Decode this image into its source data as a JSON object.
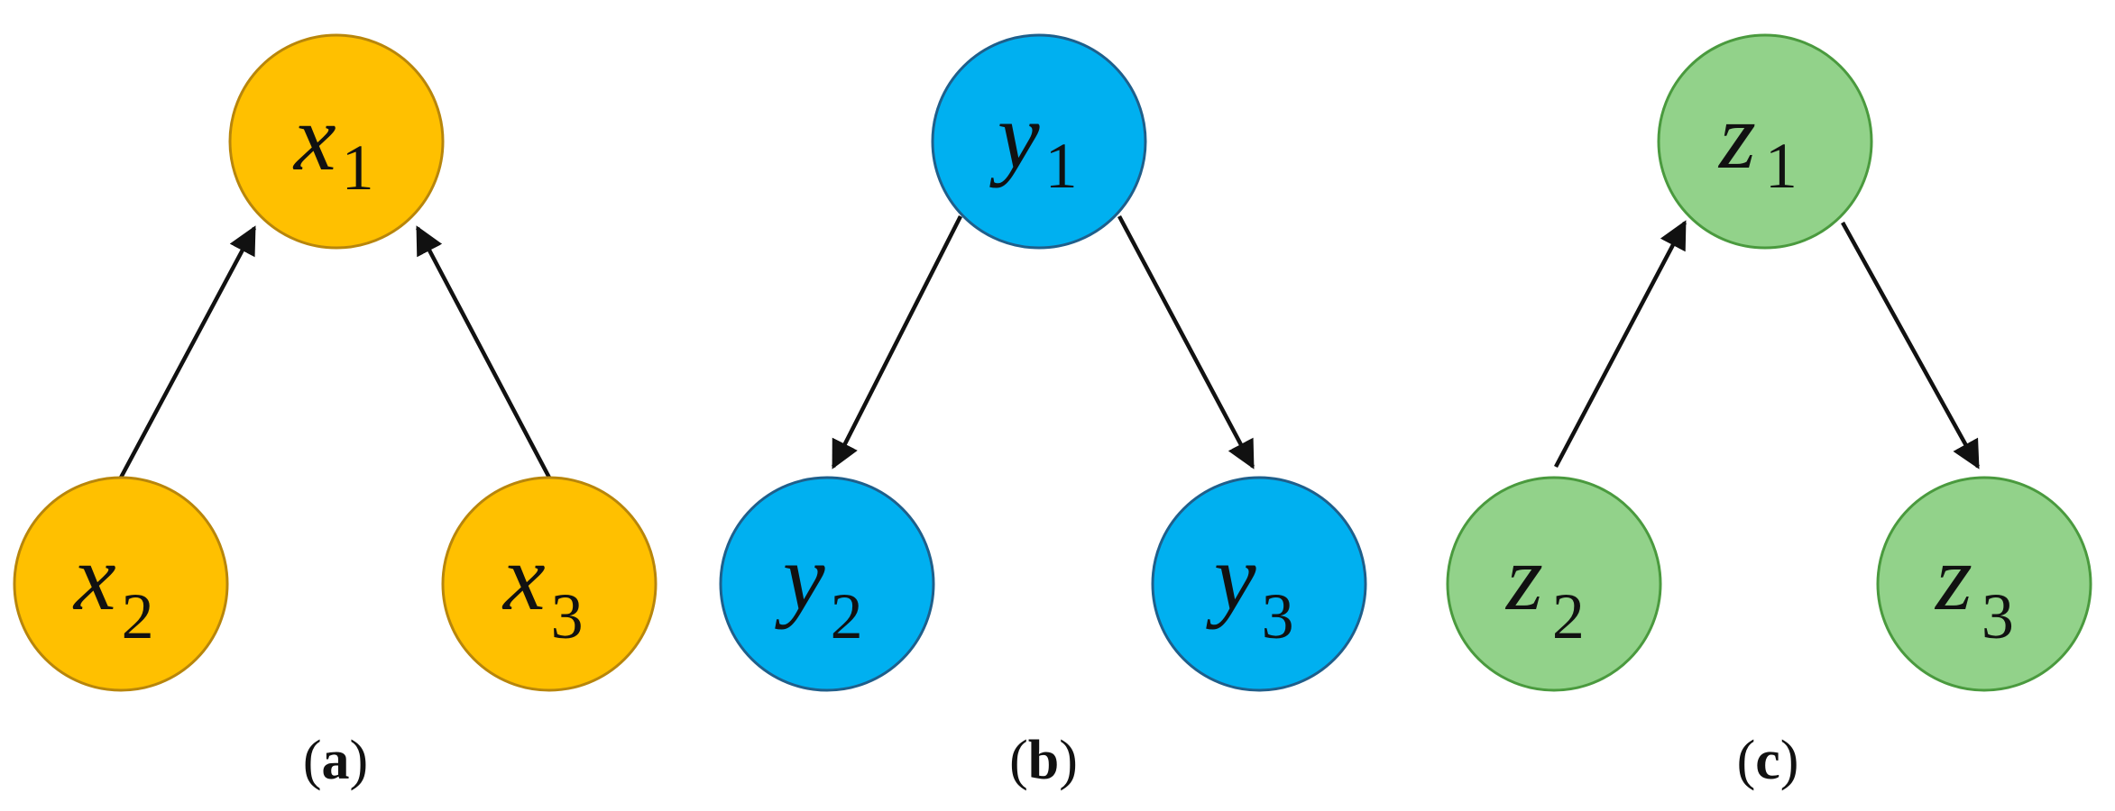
{
  "colors": {
    "graph_a_fill": "#FFC000",
    "graph_a_stroke": "#B8860B",
    "graph_b_fill": "#00B0F0",
    "graph_b_stroke": "#1F5F8B",
    "graph_c_fill": "#92D28A",
    "graph_c_stroke": "#4A9A3E",
    "edge": "#111111"
  },
  "graphs": [
    {
      "caption_open": "(",
      "caption_letter": "a",
      "caption_close": ")",
      "nodes": [
        {
          "id": "x1",
          "var": "x",
          "sub": "1"
        },
        {
          "id": "x2",
          "var": "x",
          "sub": "2"
        },
        {
          "id": "x3",
          "var": "x",
          "sub": "3"
        }
      ],
      "edges": [
        {
          "from": "x2",
          "to": "x1"
        },
        {
          "from": "x3",
          "to": "x1"
        }
      ]
    },
    {
      "caption_open": "(",
      "caption_letter": "b",
      "caption_close": ")",
      "nodes": [
        {
          "id": "y1",
          "var": "y",
          "sub": "1"
        },
        {
          "id": "y2",
          "var": "y",
          "sub": "2"
        },
        {
          "id": "y3",
          "var": "y",
          "sub": "3"
        }
      ],
      "edges": [
        {
          "from": "y1",
          "to": "y2"
        },
        {
          "from": "y1",
          "to": "y3"
        }
      ]
    },
    {
      "caption_open": "(",
      "caption_letter": "c",
      "caption_close": ")",
      "nodes": [
        {
          "id": "z1",
          "var": "z",
          "sub": "1"
        },
        {
          "id": "z2",
          "var": "z",
          "sub": "2"
        },
        {
          "id": "z3",
          "var": "z",
          "sub": "3"
        }
      ],
      "edges": [
        {
          "from": "z2",
          "to": "z1"
        },
        {
          "from": "z1",
          "to": "z3"
        }
      ]
    }
  ]
}
